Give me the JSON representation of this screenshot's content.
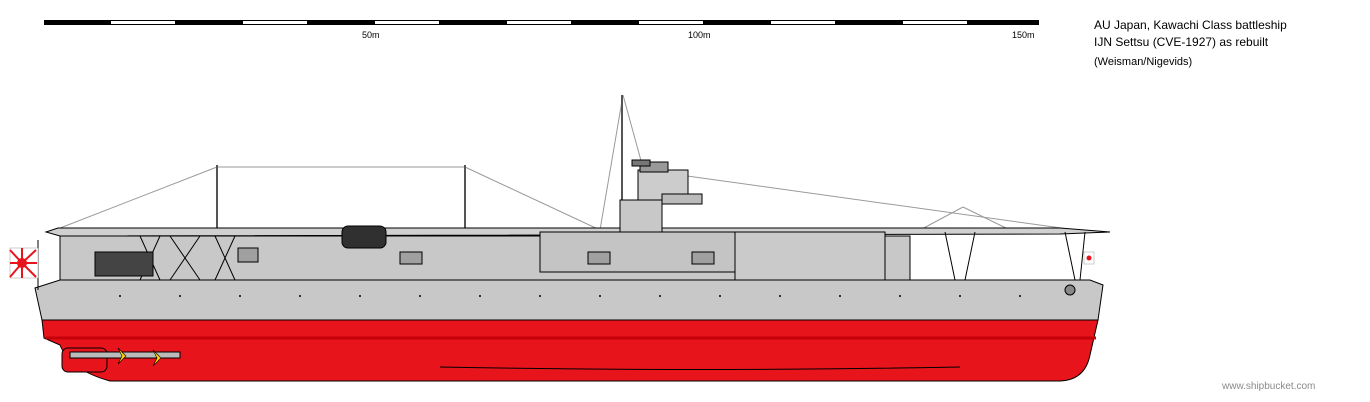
{
  "scale": {
    "labels": [
      "50m",
      "100m",
      "150m"
    ]
  },
  "title": {
    "line1": "AU Japan, Kawachi Class battleship",
    "line2": "IJN Settsu (CVE-1927) as rebuilt",
    "credits": "(Weisman/Nigevids)"
  },
  "watermark": "www.shipbucket.com",
  "colors": {
    "hull_upper": "#c8c8c8",
    "hull_lower": "#e8141c",
    "flag_red": "#e8141c",
    "outline": "#000000",
    "propeller": "#ffd200",
    "deck_gray": "#b4b4b4"
  }
}
